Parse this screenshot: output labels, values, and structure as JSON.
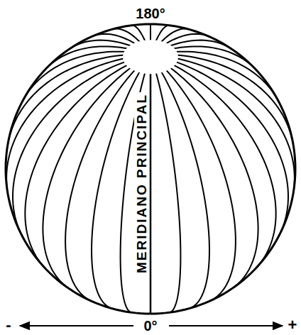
{
  "diagram": {
    "labels": [
      "180°",
      "MERIDIANO PRINCIPAL",
      "-",
      "0°",
      "+"
    ]
  }
}
